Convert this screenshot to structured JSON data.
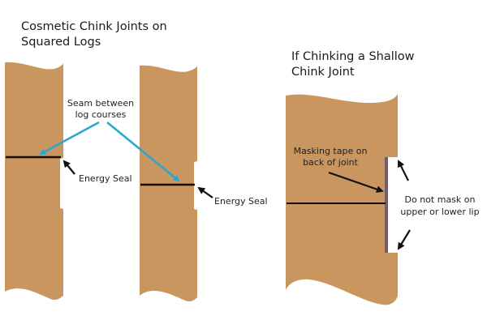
{
  "colors": {
    "log": "#C8965E",
    "log_highlight": "#D8B080",
    "seam_line": "#1a0a00",
    "callout_arrow": "#28A8D0",
    "pointer_arrow": "#111111",
    "masking_tape": "#7A5A6A",
    "background": "#FFFFFF"
  },
  "left_panel": {
    "title_line1": "Cosmetic Chink Joints on",
    "title_line2": "Squared Logs",
    "seam_label_line1": "Seam between",
    "seam_label_line2": "log courses",
    "seal_label_1": "Energy Seal",
    "seal_label_2": "Energy Seal"
  },
  "right_panel": {
    "title_line1": "If Chinking a Shallow",
    "title_line2": "Chink Joint",
    "tape_label_line1": "Masking tape on",
    "tape_label_line2": "back of joint",
    "lip_label_line1": "Do not mask on",
    "lip_label_line2": "upper or lower lip"
  }
}
